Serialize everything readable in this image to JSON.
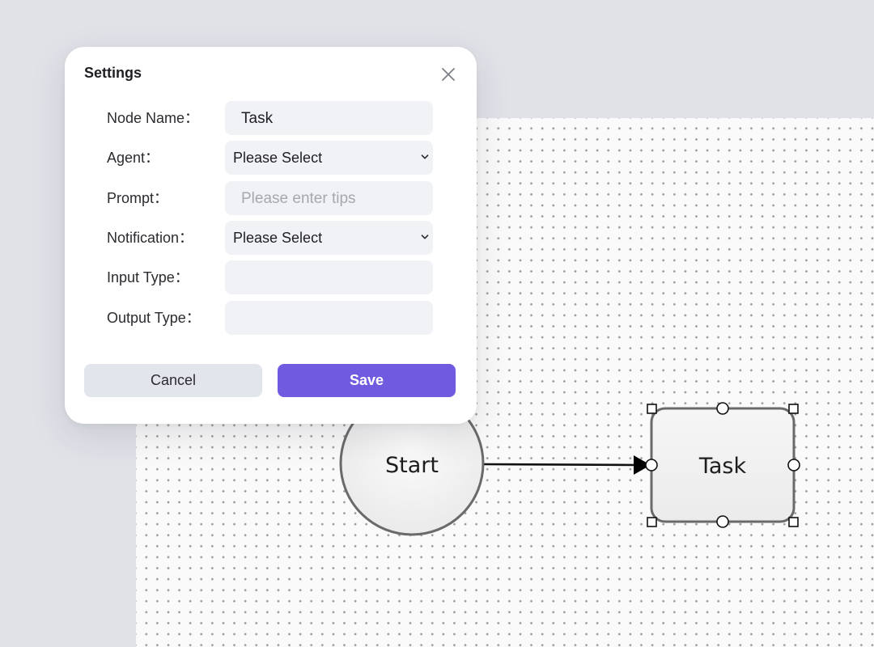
{
  "dialog": {
    "title": "Settings",
    "close_icon": "close-icon",
    "fields": {
      "node_name": {
        "label": "Node Name：",
        "value": "Task"
      },
      "agent": {
        "label": "Agent：",
        "selected": "Please Select"
      },
      "prompt": {
        "label": "Prompt：",
        "value": "",
        "placeholder": "Please enter tips"
      },
      "notification": {
        "label": "Notification：",
        "selected": "Please Select"
      },
      "input_type": {
        "label": "Input Type：",
        "value": ""
      },
      "output_type": {
        "label": "Output Type：",
        "value": ""
      }
    },
    "cancel_label": "Cancel",
    "save_label": "Save"
  },
  "graph": {
    "start_node": {
      "label": "Start",
      "shape": "circle"
    },
    "task_node": {
      "label": "Task",
      "shape": "rounded-rect",
      "selected": true
    },
    "edge": {
      "from": "Start",
      "to": "Task"
    }
  },
  "colors": {
    "accent": "#705be0",
    "background": "#e1e2e8",
    "field_bg": "#f1f2f5",
    "node_stroke": "#6a6a6a",
    "cancel_bg": "#e3e5ec"
  }
}
